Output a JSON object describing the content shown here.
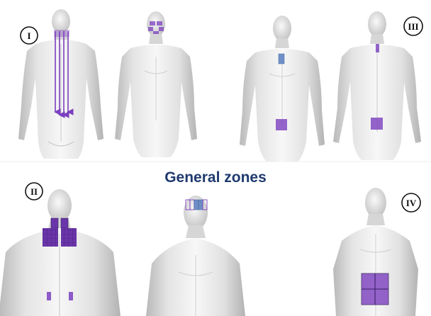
{
  "title": "General zones",
  "badges": {
    "panel_1": "I",
    "panel_2": "II",
    "panel_3": "III",
    "panel_4": "IV"
  },
  "colors": {
    "title": "#1f3a6e",
    "zone_purple": "#7b3fbf",
    "zone_purple_dark": "#5a2a90",
    "zone_blue": "#5a7fc0",
    "body_light": "#f2f2f2",
    "body_shade": "#bcbcbc",
    "divider": "#e6e6e6"
  },
  "icons": {
    "badge": "roman-numeral-circle",
    "arrow": "down-arrow",
    "figure": "human-body-figure"
  }
}
